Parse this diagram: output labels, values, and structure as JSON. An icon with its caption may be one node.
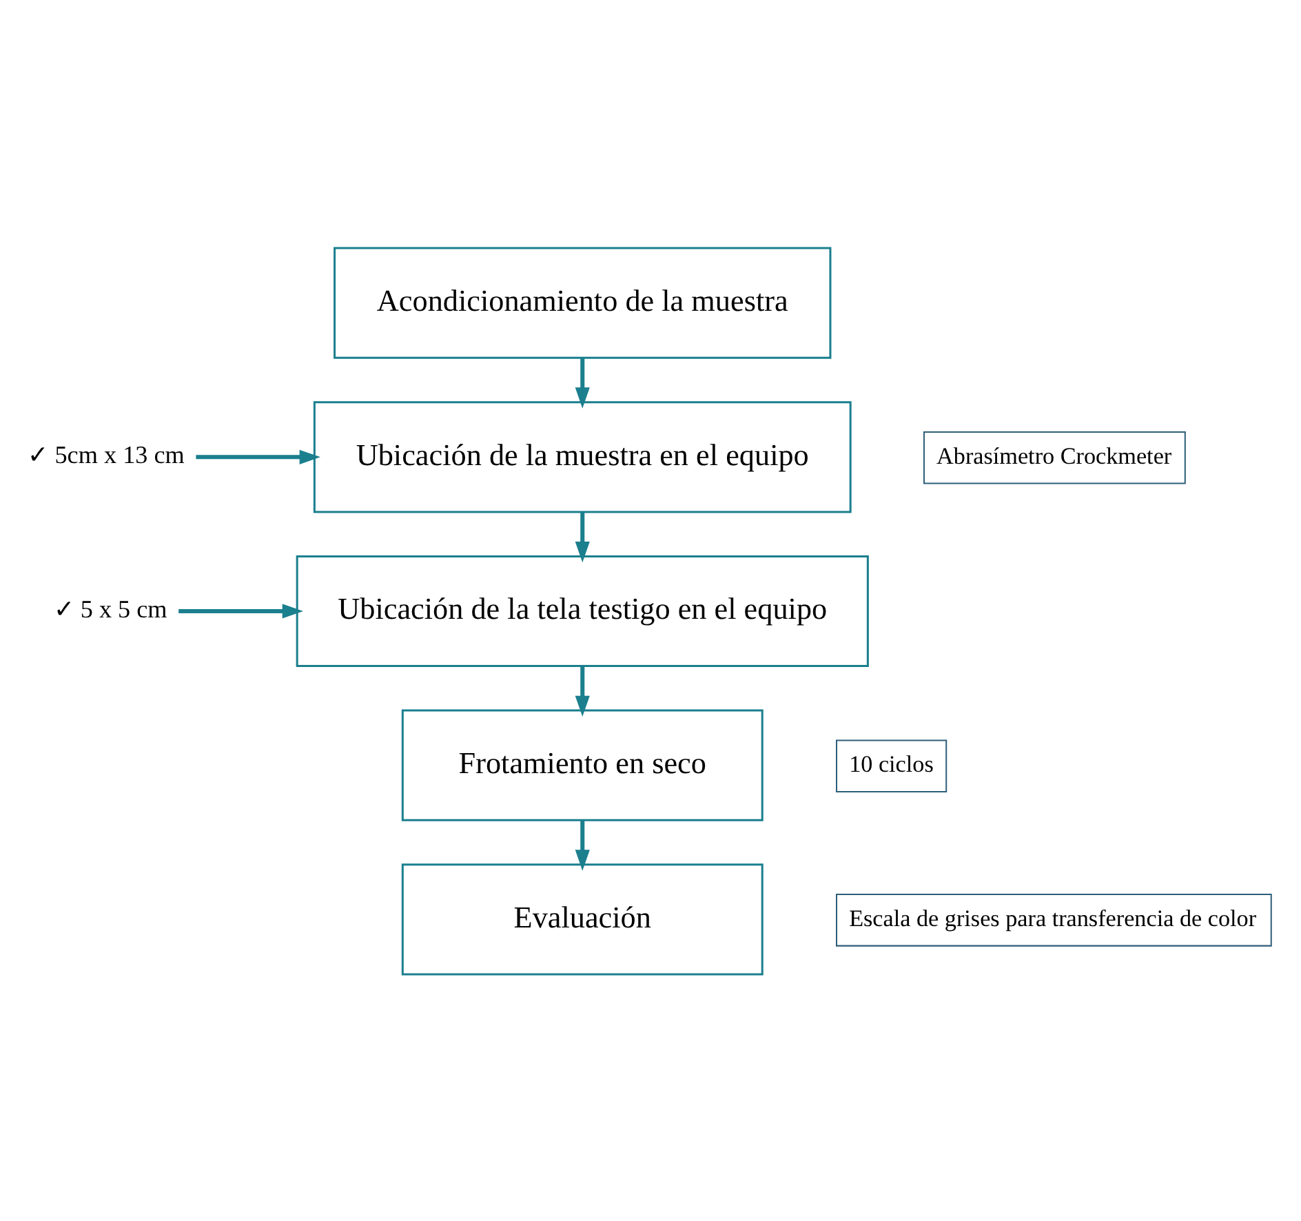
{
  "diagram": {
    "nodes": [
      {
        "text": [
          "Acondicionamiento de la muestra"
        ]
      },
      {
        "text": [
          "Ubicación de la muestra en el equipo"
        ],
        "beside": [
          "Abrasímetro Crockmeter"
        ]
      },
      {
        "text": [
          "Ubicación de la tela testigo en el equipo"
        ]
      },
      {
        "text": [
          "Frotamiento en seco"
        ],
        "beside": [
          "10 ciclos"
        ]
      },
      {
        "text": [
          "Evaluación"
        ],
        "beside": [
          "Escala de grises para transferencia de color"
        ]
      },
      {
        "text": [
          "✓ 5cm x 13 cm"
        ]
      },
      {
        "text": [
          "✓ 5 x 5 cm"
        ]
      }
    ],
    "edges": [
      {
        "from": 0,
        "to": 1,
        "arrow": "to"
      },
      {
        "from": 1,
        "to": 2,
        "arrow": "to"
      },
      {
        "from": 2,
        "to": 3,
        "arrow": "to"
      },
      {
        "from": 3,
        "to": 4,
        "arrow": "to"
      },
      {
        "from": 5,
        "to": 1,
        "arrow": "to"
      },
      {
        "from": 6,
        "to": 2,
        "arrow": "to"
      }
    ]
  }
}
